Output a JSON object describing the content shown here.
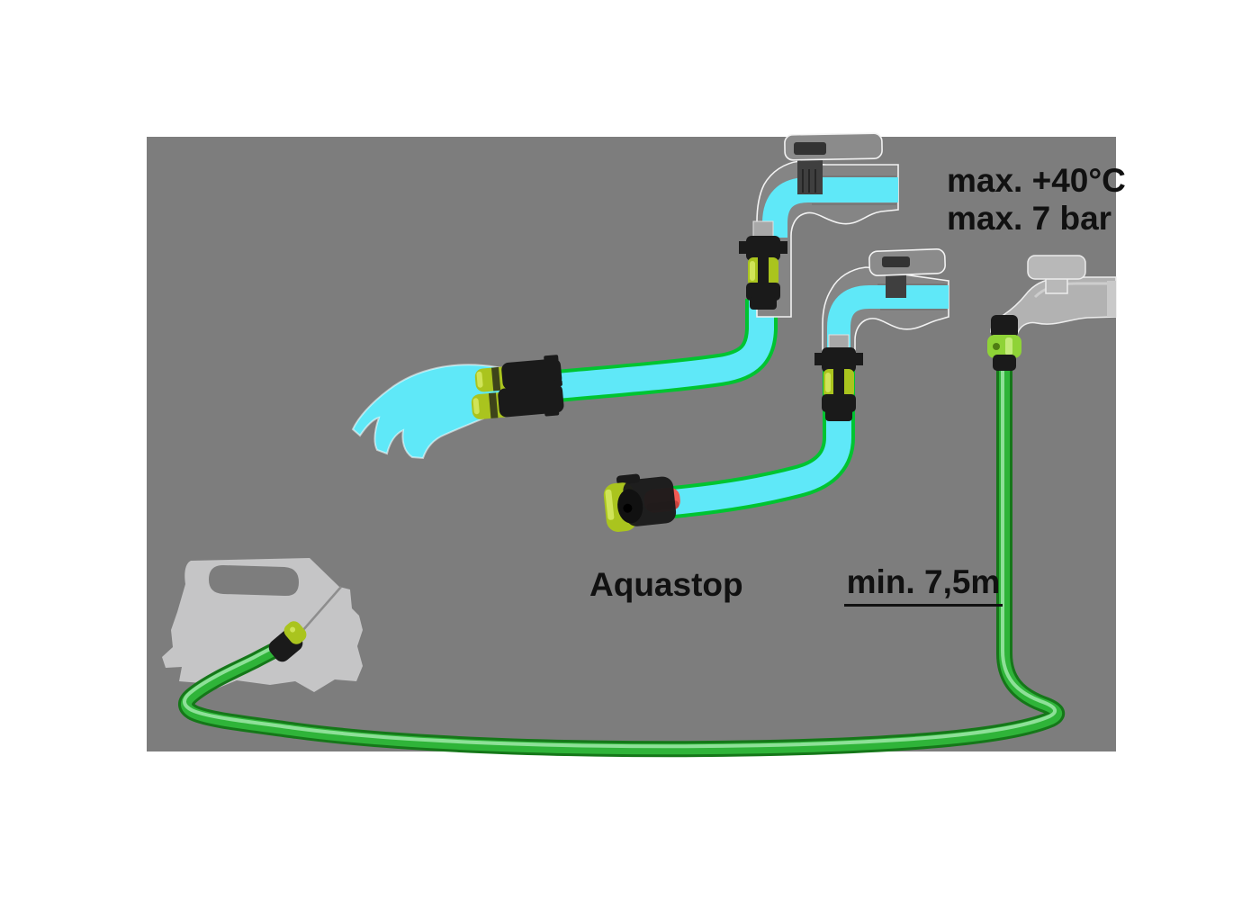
{
  "labels": {
    "max_temp": "max. +40°C",
    "max_pressure": "max. 7 bar",
    "aquastop": "Aquastop",
    "min_length": "min. 7,5m"
  },
  "colors": {
    "background": "#ffffff",
    "stage": "#7d7d7d",
    "water": "#5fe8f8",
    "water_edge": "#00c431",
    "hose_green": "#2fb439",
    "hose_green_dark": "#157719",
    "hose_green_light": "#b6f2c0",
    "connector_black": "#1a1a1a",
    "connector_yellow": "#aac41e",
    "connector_yellow_light": "#d9ec66",
    "connector_green": "#8fd337",
    "aquastop_red": "#f15b54",
    "faucet_ghost": "#858585",
    "faucet_outline": "#f2f2f2",
    "faucet_solid": "#b2b2b2",
    "faucet_stem": "#3f3f3f",
    "machine_gray": "#c5c5c6",
    "leader_line": "#8e8e8e",
    "text": "#111111"
  }
}
